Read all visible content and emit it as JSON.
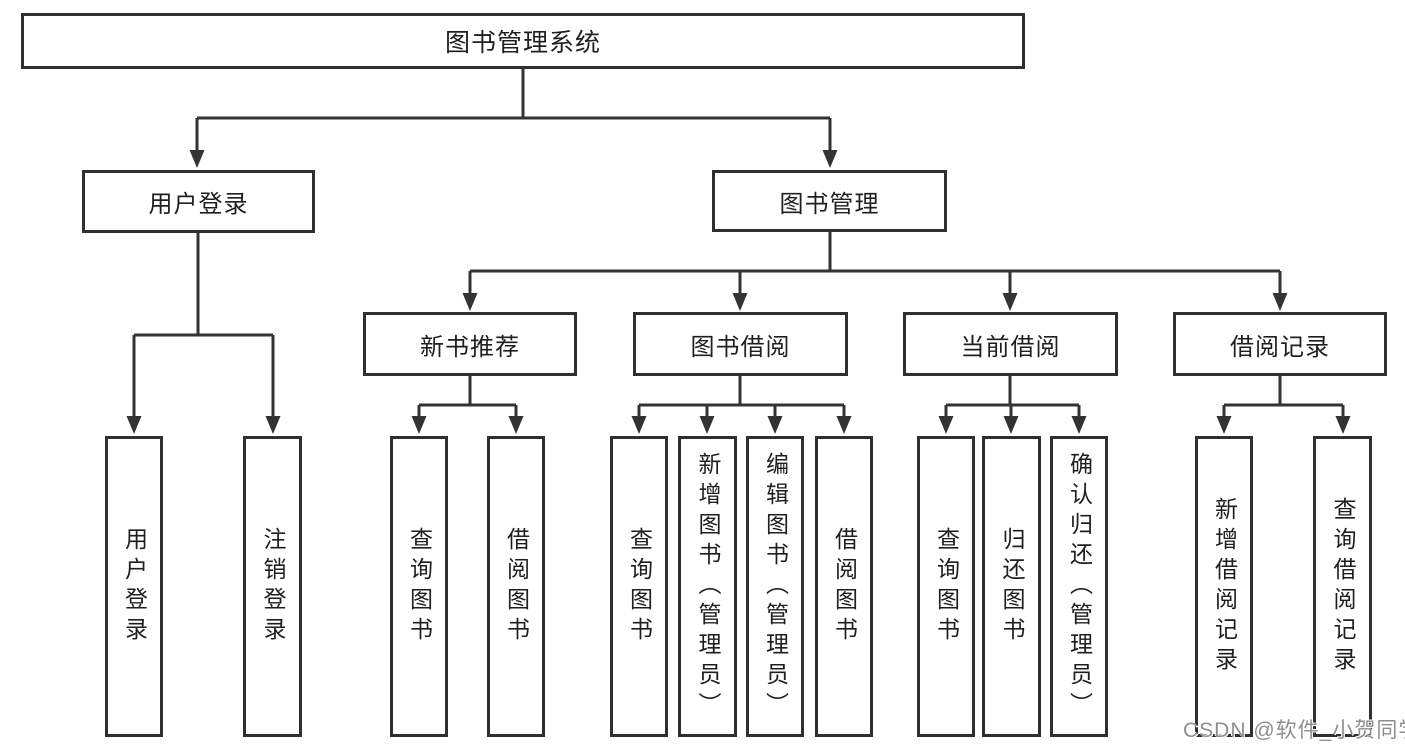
{
  "tree": {
    "root": {
      "label": "图书管理系统"
    },
    "branches": [
      {
        "label": "用户登录",
        "leaves": [
          {
            "label": "用户登录"
          },
          {
            "label": "注销登录"
          }
        ]
      },
      {
        "label": "图书管理",
        "groups": [
          {
            "label": "新书推荐",
            "leaves": [
              {
                "label": "查询图书"
              },
              {
                "label": "借阅图书"
              }
            ]
          },
          {
            "label": "图书借阅",
            "leaves": [
              {
                "label": "查询图书"
              },
              {
                "label": "新增图书（管理员）"
              },
              {
                "label": "编辑图书（管理员）"
              },
              {
                "label": "借阅图书"
              }
            ]
          },
          {
            "label": "当前借阅",
            "leaves": [
              {
                "label": "查询图书"
              },
              {
                "label": "归还图书"
              },
              {
                "label": "确认归还（管理员）"
              }
            ]
          },
          {
            "label": "借阅记录",
            "leaves": [
              {
                "label": "新增借阅记录"
              },
              {
                "label": "查询借阅记录"
              }
            ]
          }
        ]
      }
    ]
  },
  "watermark": {
    "text": "CSDN @软件_小贺同学"
  },
  "colors": {
    "line": "#333333",
    "border": "#2f2f2f",
    "text": "#1f1f1f",
    "watermark": "#8f8f8f",
    "background": "#ffffff"
  }
}
